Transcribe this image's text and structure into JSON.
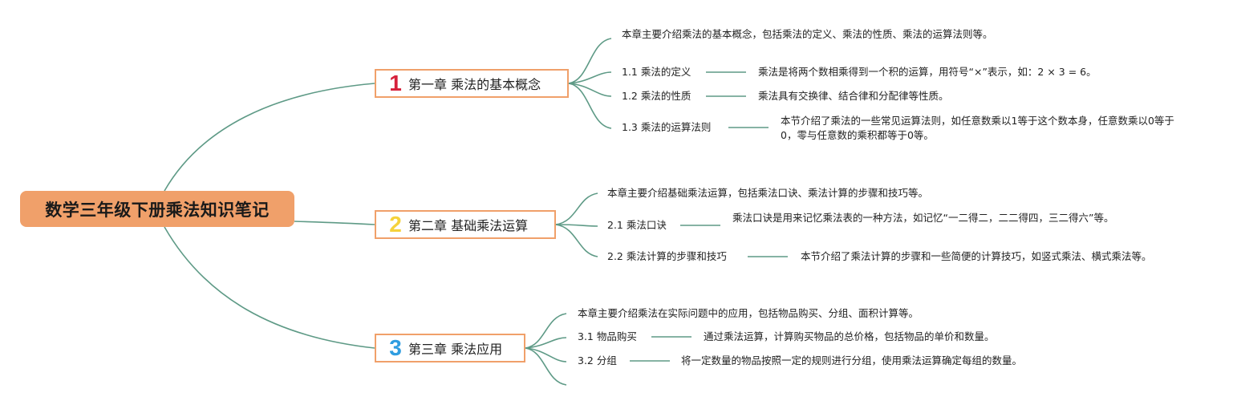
{
  "root": {
    "title": "数学三年级下册乘法知识笔记"
  },
  "chapters": [
    {
      "number": "1",
      "number_color": "#d6213b",
      "title": "第一章 乘法的基本概念",
      "intro": "本章主要介绍乘法的基本概念，包括乘法的定义、乘法的性质、乘法的运算法则等。",
      "sections": [
        {
          "title": "1.1 乘法的定义",
          "detail": "乘法是将两个数相乘得到一个积的运算，用符号“×”表示，如：2 × 3 = 6。"
        },
        {
          "title": "1.2 乘法的性质",
          "detail": "乘法具有交换律、结合律和分配律等性质。"
        },
        {
          "title": "1.3 乘法的运算法则",
          "detail": "本节介绍了乘法的一些常见运算法则，如任意数乘以1等于这个数本身，任意数乘以0等于0，零与任意数的乘积都等于0等。"
        }
      ]
    },
    {
      "number": "2",
      "number_color": "#f5d23b",
      "title": "第二章 基础乘法运算",
      "intro": "本章主要介绍基础乘法运算，包括乘法口诀、乘法计算的步骤和技巧等。",
      "sections": [
        {
          "title": "2.1 乘法口诀",
          "detail": "乘法口诀是用来记忆乘法表的一种方法，如记忆“一二得二，二二得四，三二得六”等。"
        },
        {
          "title": "2.2 乘法计算的步骤和技巧",
          "detail": "本节介绍了乘法计算的步骤和一些简便的计算技巧，如竖式乘法、横式乘法等。"
        }
      ]
    },
    {
      "number": "3",
      "number_color": "#2f9de0",
      "title": "第三章 乘法应用",
      "intro": "本章主要介绍乘法在实际问题中的应用，包括物品购买、分组、面积计算等。",
      "sections": [
        {
          "title": "3.1 物品购买",
          "detail": "通过乘法运算，计算购买物品的总价格，包括物品的单价和数量。"
        },
        {
          "title": "3.2 分组",
          "detail": "将一定数量的物品按照一定的规则进行分组，使用乘法运算确定每组的数量。"
        }
      ]
    }
  ]
}
